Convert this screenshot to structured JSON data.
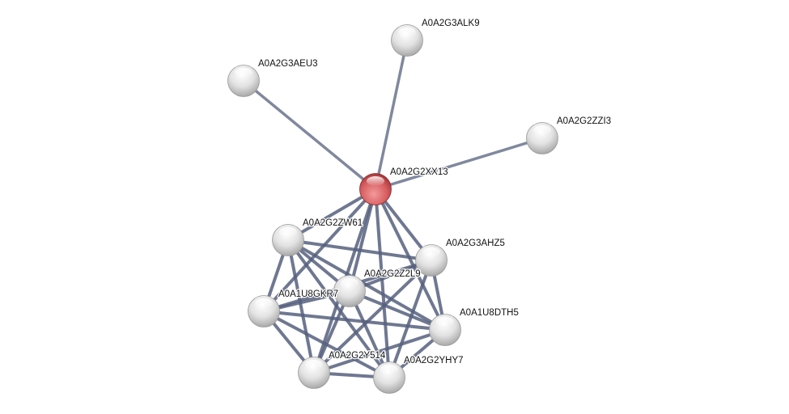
{
  "network": {
    "query_node": "A0A2G2XX13",
    "colors": {
      "query": "#d9595c",
      "other": "#e6e6e6",
      "edge": "#56607e"
    },
    "nodes": [
      {
        "id": "A0A2G2XX13",
        "label": "A0A2G2XX13",
        "query": true
      },
      {
        "id": "A0A2G3ALK9",
        "label": "A0A2G3ALK9"
      },
      {
        "id": "A0A2G3AEU3",
        "label": "A0A2G3AEU3"
      },
      {
        "id": "A0A2G2ZZI3",
        "label": "A0A2G2ZZI3"
      },
      {
        "id": "A0A2G2ZW61",
        "label": "A0A2G2ZW61"
      },
      {
        "id": "A0A2G3AHZ5",
        "label": "A0A2G3AHZ5"
      },
      {
        "id": "A0A2G2Z2L9",
        "label": "A0A2G2Z2L9"
      },
      {
        "id": "A0A1U8GKR7",
        "label": "A0A1U8GKR7"
      },
      {
        "id": "A0A1U8DTH5",
        "label": "A0A1U8DTH5"
      },
      {
        "id": "A0A2G2Y514",
        "label": "A0A2G2Y514"
      },
      {
        "id": "A0A2G2YHY7",
        "label": "A0A2G2YHY7"
      }
    ],
    "cluster": [
      "A0A2G2ZW61",
      "A0A2G3AHZ5",
      "A0A2G2Z2L9",
      "A0A1U8GKR7",
      "A0A1U8DTH5",
      "A0A2G2Y514",
      "A0A2G2YHY7"
    ]
  }
}
